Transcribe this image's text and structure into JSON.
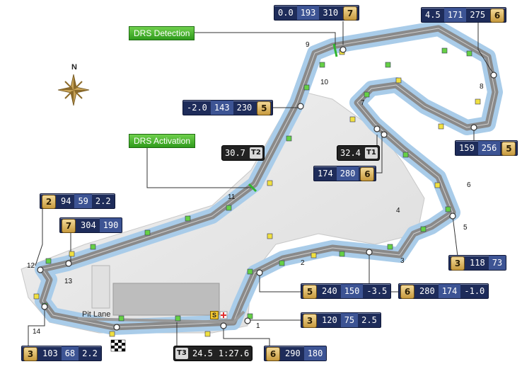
{
  "compass": {
    "north": "N"
  },
  "drs": {
    "detection": "DRS Detection",
    "activation": "DRS Activation"
  },
  "labels": {
    "pit_lane": "Pit Lane",
    "safety": "S"
  },
  "sectors": {
    "t1": {
      "time": "32.4",
      "tag": "T1"
    },
    "t2": {
      "time": "30.7",
      "tag": "T2"
    },
    "t3": {
      "tag": "T3",
      "time": "24.5",
      "lap": "1:27.6"
    }
  },
  "turn_numbers": [
    "1",
    "2",
    "3",
    "4",
    "5",
    "6",
    "7",
    "8",
    "9",
    "10",
    "11",
    "12",
    "13",
    "14"
  ],
  "info_boxes": [
    {
      "gear": "7",
      "values": [
        "0.0",
        "193",
        "310"
      ]
    },
    {
      "gear": "6",
      "values": [
        "4.5",
        "171",
        "275"
      ]
    },
    {
      "gear": "5",
      "values": [
        "-2.0",
        "143",
        "230"
      ]
    },
    {
      "gear": "5",
      "values": [
        "159",
        "256"
      ]
    },
    {
      "gear": "6",
      "values": [
        "174",
        "280"
      ]
    },
    {
      "gear": "2",
      "values": [
        "94",
        "59",
        "2.2"
      ]
    },
    {
      "gear": "7",
      "values": [
        "304",
        "190"
      ]
    },
    {
      "gear": "3",
      "values": [
        "118",
        "73"
      ]
    },
    {
      "gear": "5",
      "values": [
        "240",
        "150",
        "-3.5"
      ]
    },
    {
      "gear": "6",
      "values": [
        "280",
        "174",
        "-1.0"
      ]
    },
    {
      "gear": "3",
      "values": [
        "120",
        "75",
        "2.5"
      ]
    },
    {
      "gear": "3",
      "values": [
        "103",
        "68",
        "2.2"
      ]
    },
    {
      "gear": "6",
      "values": [
        "290",
        "180"
      ]
    }
  ]
}
